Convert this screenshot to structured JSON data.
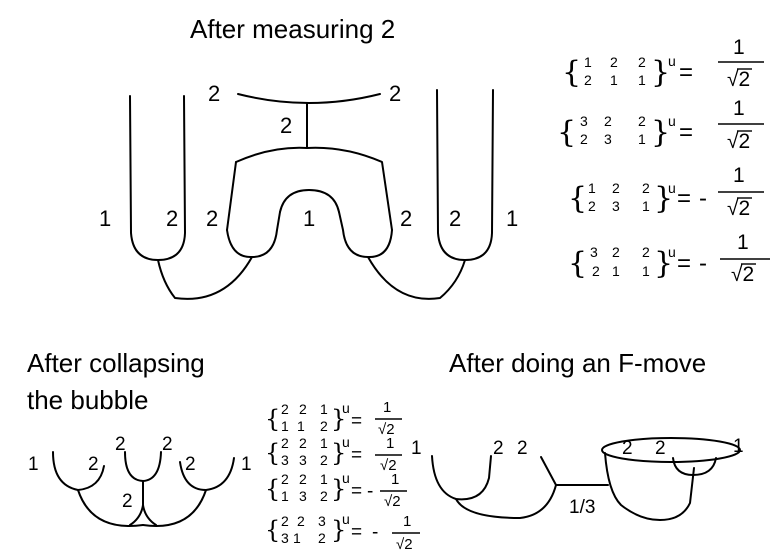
{
  "headings": {
    "top": "After measuring 2",
    "bottom_left_line1": "After collapsing",
    "bottom_left_line2": "the bubble",
    "bottom_right": "After doing an F-move"
  },
  "top_diagram": {
    "labels": [
      "2",
      "2",
      "2",
      "1",
      "2",
      "2",
      "1",
      "2",
      "2",
      "1"
    ]
  },
  "symbols_right": [
    {
      "top": [
        "1",
        "2",
        "2"
      ],
      "bottom": [
        "2",
        "1",
        "1"
      ],
      "sign": "",
      "num": "1",
      "den": "√2"
    },
    {
      "top": [
        "3",
        "2",
        "2"
      ],
      "bottom": [
        "2",
        "3",
        "1"
      ],
      "sign": "",
      "num": "1",
      "den": "√2"
    },
    {
      "top": [
        "1",
        "2",
        "2"
      ],
      "bottom": [
        "2",
        "3",
        "1"
      ],
      "sign": "-",
      "num": "1",
      "den": "√2"
    },
    {
      "top": [
        "3",
        "2",
        "2"
      ],
      "bottom": [
        "2",
        "1",
        "1"
      ],
      "sign": "-",
      "num": "1",
      "den": "√2"
    }
  ],
  "symbols_bottom": [
    {
      "top": [
        "2",
        "2",
        "1"
      ],
      "bottom": [
        "1",
        "1",
        "2"
      ],
      "sign": "",
      "num": "1",
      "den": "√2"
    },
    {
      "top": [
        "2",
        "2",
        "1"
      ],
      "bottom": [
        "3",
        "3",
        "2"
      ],
      "sign": "",
      "num": "1",
      "den": "√2"
    },
    {
      "top": [
        "2",
        "2",
        "1"
      ],
      "bottom": [
        "1",
        "3",
        "2"
      ],
      "sign": "-",
      "num": "1",
      "den": "√2"
    },
    {
      "top": [
        "2",
        "2",
        "3"
      ],
      "bottom": [
        "3",
        "1",
        "2"
      ],
      "sign": "-",
      "num": "1",
      "den": "√2"
    }
  ],
  "superscript": "u",
  "bottom_left_diagram": {
    "labels": [
      "1",
      "2",
      "2",
      "2",
      "2",
      "1",
      "2"
    ]
  },
  "bottom_right_diagram": {
    "labels": [
      "1",
      "2",
      "2",
      "1/3",
      "2",
      "2",
      "1"
    ]
  }
}
